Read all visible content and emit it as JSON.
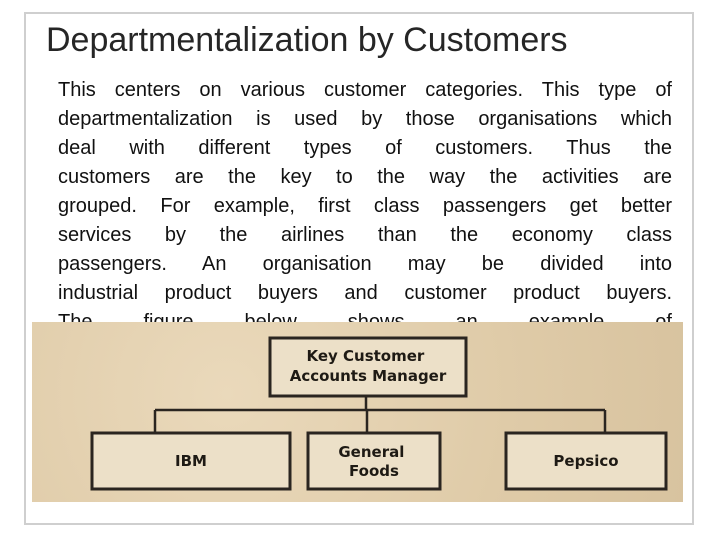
{
  "slide": {
    "title": "Departmentalization by Customers",
    "body_lines": [
      "This centers on various customer categories.  This type of",
      "departmentalization is used by those organisations which",
      "deal  with  different  types  of  customers.    Thus  the",
      "customers  are  the  key  to  the  way  the  activities  are",
      "grouped.  For example, first class passengers get better",
      "services  by  the  airlines  than  the  economy  class",
      "passengers.    An  organisation  may  be  divided  into",
      "industrial product buyers and customer product buyers.",
      "The  figure  below  shows  an  example  of"
    ]
  },
  "org_chart": {
    "root": [
      "Key Customer",
      "Accounts Manager"
    ],
    "children": [
      {
        "lines": [
          "IBM"
        ]
      },
      {
        "lines": [
          "General",
          "Foods"
        ]
      },
      {
        "lines": [
          "Pepsico"
        ]
      }
    ]
  },
  "colors": {
    "figure_background": "#e4d2b2",
    "box_border": "#2a2520",
    "box_fill": "#ece0c8"
  }
}
